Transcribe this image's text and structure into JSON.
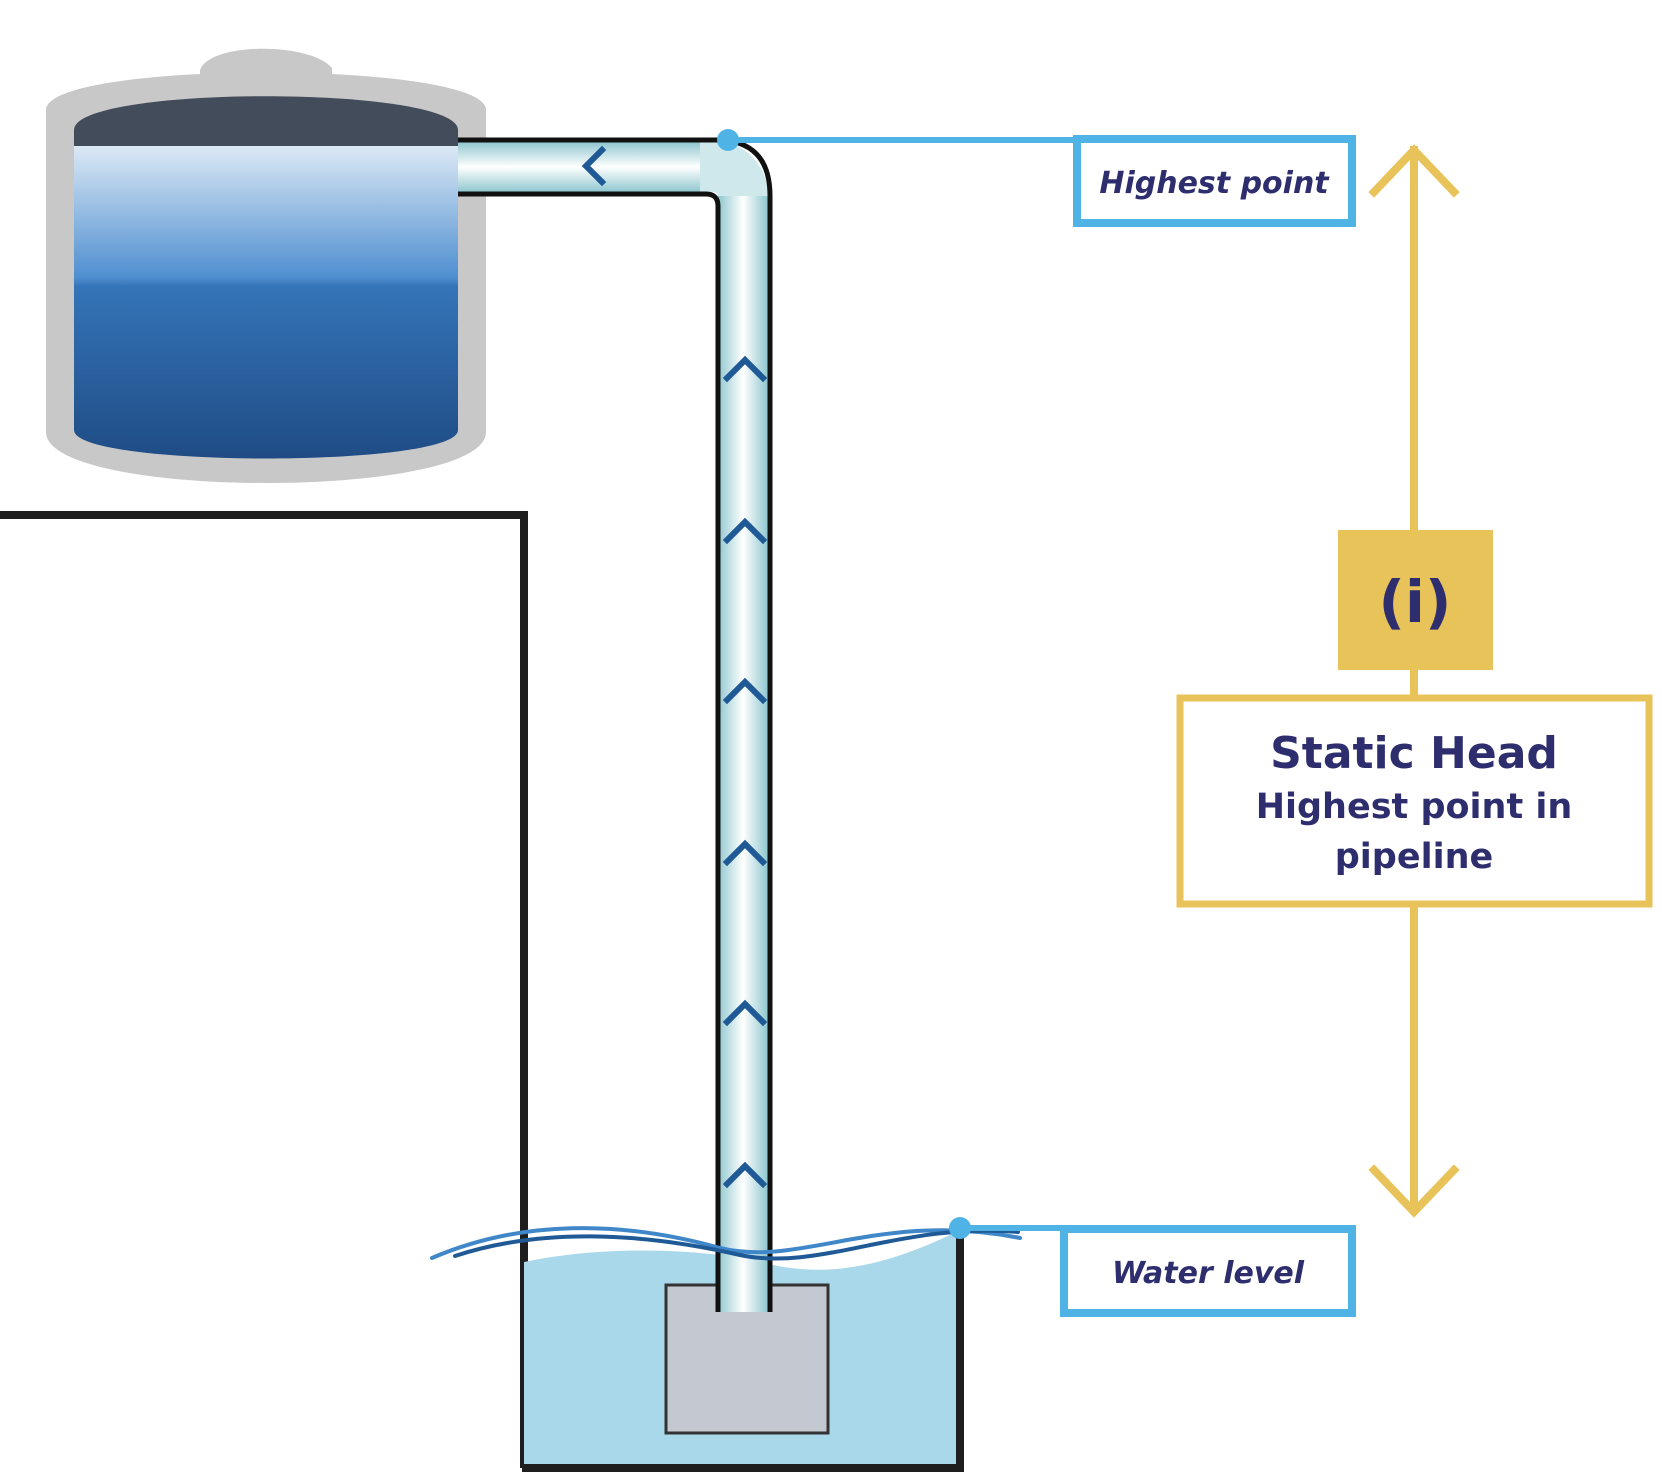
{
  "labels": {
    "highest_point": "Highest point",
    "water_level": "Water level",
    "static_head_title": "Static Head",
    "static_head_line1": "Highest point in",
    "static_head_line2": "pipeline",
    "info_glyph": "(i)"
  },
  "icons": {
    "info": "info-icon",
    "flow_arrows": "chevron-icon",
    "dimension_arrow": "double-headed-arrow-icon"
  },
  "colors": {
    "callout_blue": "#4fb3e6",
    "accent_gold": "#e8c35a",
    "text_navy": "#2e2e6e",
    "water_light": "#a8d8ea",
    "tank_grey": "#c8c8c8",
    "pump_grey": "#c4c8d0",
    "outline": "#1e1e1e",
    "chevron_blue": "#1f5a96"
  }
}
